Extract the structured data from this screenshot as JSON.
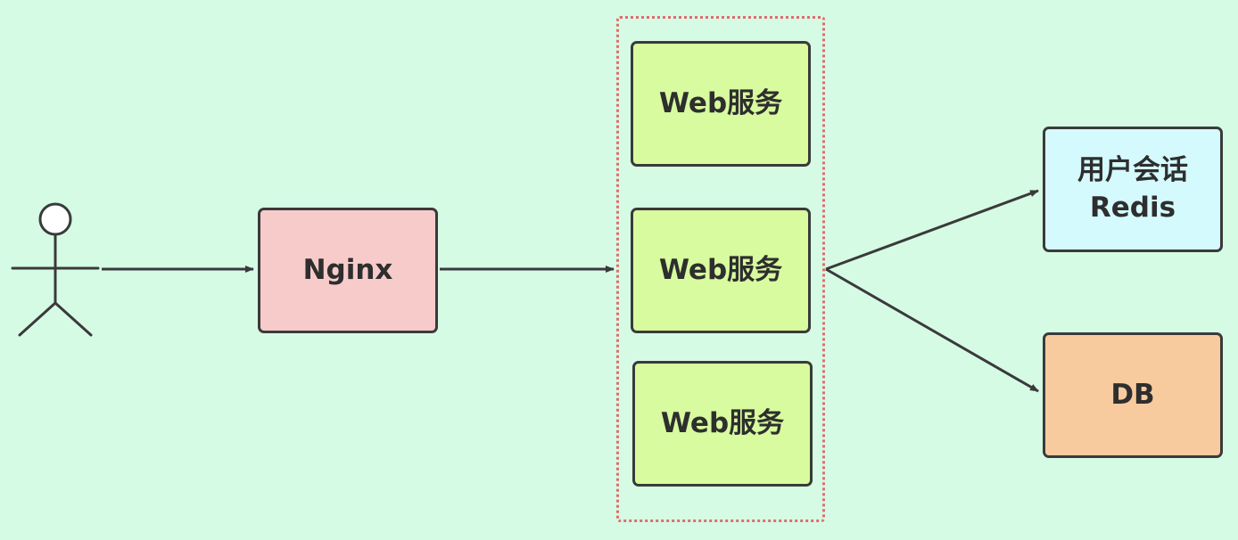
{
  "nodes": {
    "nginx": "Nginx",
    "web1": "Web服务",
    "web2": "Web服务",
    "web3": "Web服务",
    "redis_line1": "用户会话",
    "redis_line2": "Redis",
    "db": "DB"
  },
  "colors": {
    "background": "#d5fbe5",
    "nginx": "#f8cbcb",
    "web_service": "#d7fb9e",
    "redis": "#d5fafd",
    "db": "#f8cb9f",
    "cluster_border": "#e06c6c",
    "stroke": "#3a3a3a"
  }
}
